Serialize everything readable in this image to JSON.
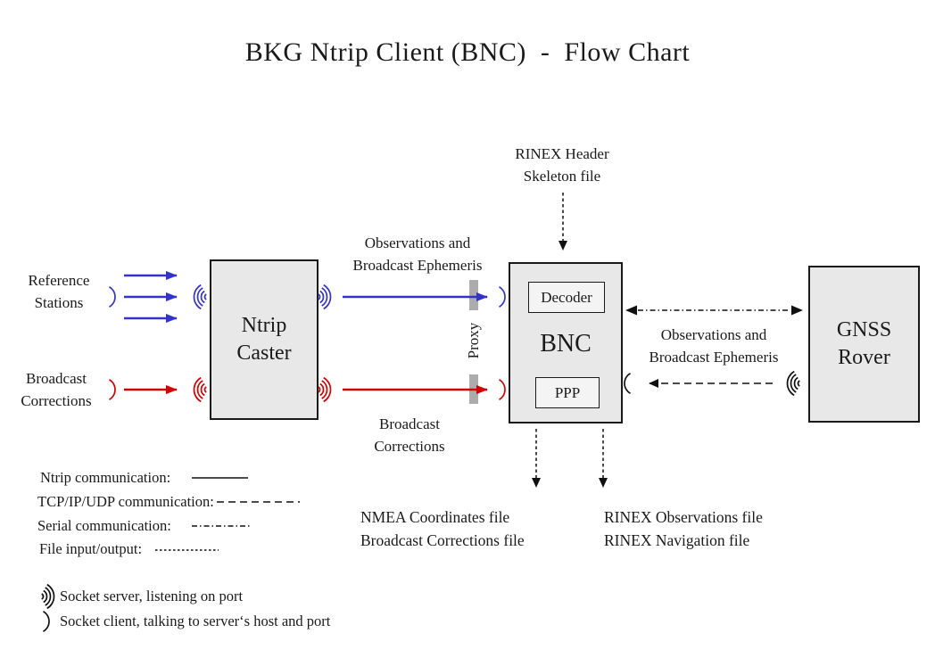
{
  "title": "BKG Ntrip Client (BNC)  -  Flow Chart",
  "colors": {
    "ntrip_blue": "#3333CC",
    "corrections_red": "#D40000",
    "box_fill": "#E8E8E8",
    "inner_box_fill": "#F4F4F4",
    "box_border": "#1A1A1A",
    "proxy_bar": "#ACACAC",
    "line_black": "#111111"
  },
  "nodes": {
    "ntrip_caster": {
      "label": "Ntrip\nCaster"
    },
    "bnc": {
      "label": "BNC",
      "decoder_label": "Decoder",
      "ppp_label": "PPP"
    },
    "gnss_rover": {
      "label": "GNSS\nRover"
    }
  },
  "labels": {
    "reference_stations": "Reference\nStations",
    "broadcast_corrections_source": "Broadcast\nCorrections",
    "observations_to_bnc": "Observations and\nBroadcast Ephemeris",
    "broadcast_corrections_stream": "Broadcast\nCorrections",
    "proxy": "Proxy",
    "rinex_header_skeleton": "RINEX Header\nSkeleton file",
    "observations_rover": "Observations and\nBroadcast Ephemeris",
    "nmea_output": "NMEA Coordinates file\nBroadcast Corrections file",
    "rinex_output": "RINEX Observations file\nRINEX Navigation file"
  },
  "legend": {
    "items": [
      {
        "label": "Ntrip communication:",
        "style": "solid"
      },
      {
        "label": "TCP/IP/UDP communication:",
        "style": "dashed"
      },
      {
        "label": "Serial communication:",
        "style": "dash-dot"
      },
      {
        "label": "File input/output:",
        "style": "fine-dashed"
      }
    ],
    "sockets": [
      {
        "symbol": "socket-server",
        "label": "Socket server, listening on port"
      },
      {
        "symbol": "socket-client",
        "label": "Socket client, talking to server‘s host and port"
      }
    ]
  }
}
